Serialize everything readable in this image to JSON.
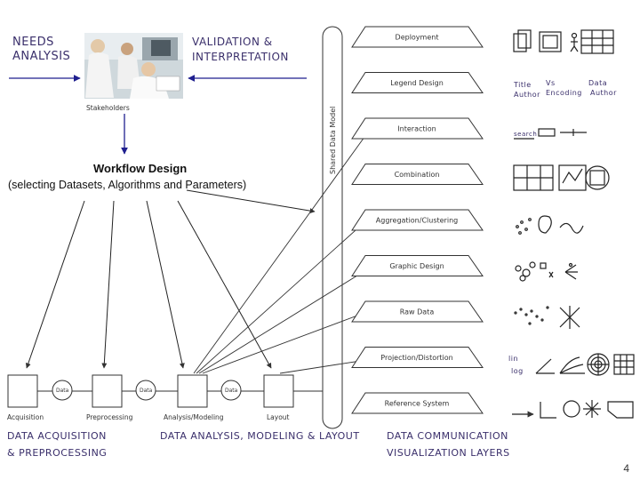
{
  "headings": {
    "needs_analysis": [
      "NEEDS",
      "ANALYSIS"
    ],
    "validation": [
      "VALIDATION &",
      "INTERPRETATION"
    ],
    "acquisition_group": [
      "DATA ACQUISITION",
      "& PREPROCESSING"
    ],
    "analysis_group": "DATA ANALYSIS, MODELING & LAYOUT",
    "communication_group": [
      "DATA COMMUNICATION",
      "VISUALIZATION LAYERS"
    ]
  },
  "photo_caption": "Stakeholders",
  "workflow": {
    "title": "Workflow Design",
    "subtitle": "(selecting Datasets, Algorithms and Parameters)"
  },
  "shared_model_label": "Shared Data Model",
  "pipeline": {
    "stages": [
      "Acquisition",
      "Preprocessing",
      "Analysis/Modeling",
      "Layout"
    ],
    "data_label": "Data"
  },
  "layers": [
    "Deployment",
    "Legend Design",
    "Interaction",
    "Combination",
    "Aggregation/Clustering",
    "Graphic Design",
    "Raw Data",
    "Projection/Distortion",
    "Reference System"
  ],
  "sketch_text": {
    "title": "Title",
    "vs": "Vs",
    "data": "Data",
    "author1": "Author",
    "encoding": "Encoding",
    "author2": "Author",
    "search": "search",
    "lin": "lin",
    "log": "log"
  },
  "page_number": "4",
  "colors": {
    "heading": "#3a2f6b",
    "arrow": "#1f1f8f",
    "line": "#333333"
  }
}
